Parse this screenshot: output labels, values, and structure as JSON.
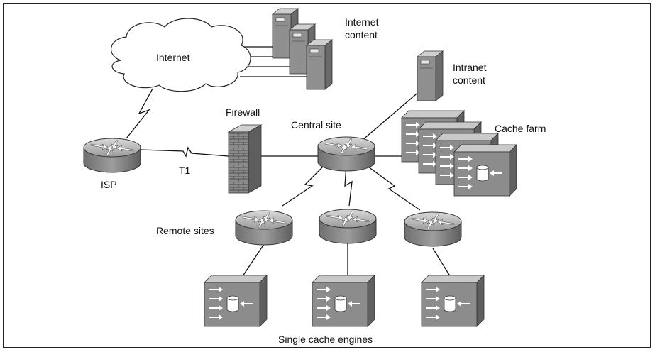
{
  "labels": {
    "internet": "Internet",
    "internet_content_1": "Internet",
    "internet_content_2": "content",
    "intranet_content_1": "Intranet",
    "intranet_content_2": "content",
    "firewall": "Firewall",
    "central_site": "Central site",
    "cache_farm": "Cache farm",
    "isp": "ISP",
    "t1": "T1",
    "remote_sites": "Remote sites",
    "single_cache_engines": "Single cache engines"
  },
  "colors": {
    "device_fill": "#8c8c8c",
    "device_dark": "#5a5a5a",
    "device_light": "#c8c8c8",
    "line": "#111111",
    "brick": "#7a7a7a"
  },
  "icons": [
    "cloud-icon",
    "server-icon",
    "router-icon",
    "firewall-icon",
    "cache-engine-icon"
  ]
}
